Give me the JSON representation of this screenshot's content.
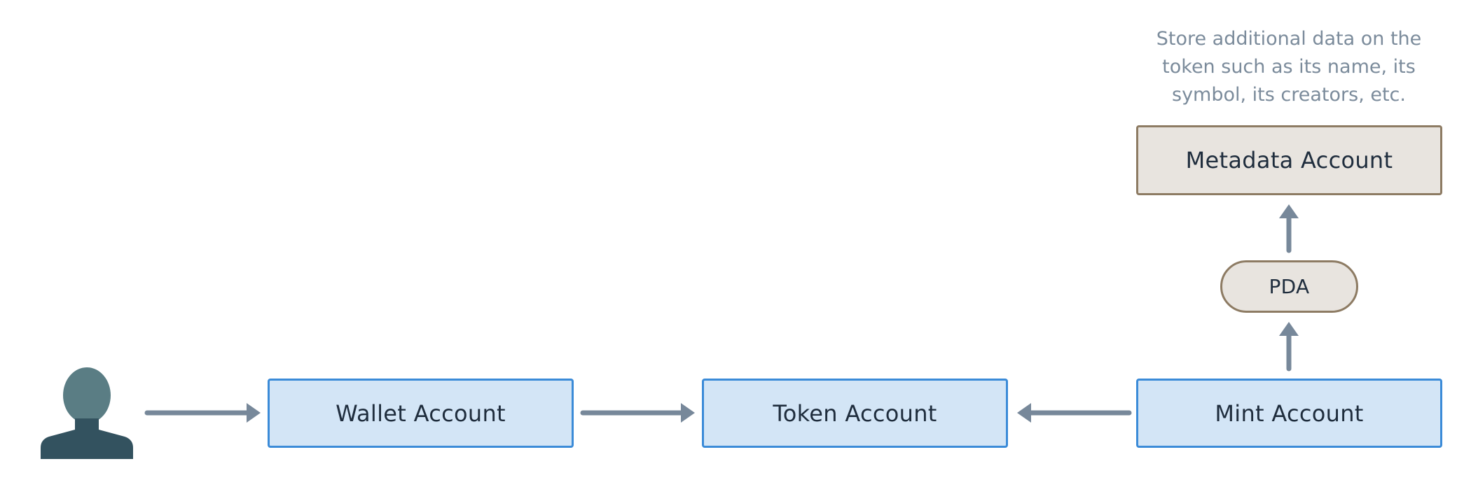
{
  "diagram": {
    "note_lines": [
      "Store additional data on the",
      "token such as its name, its",
      "symbol, its creators, etc."
    ],
    "nodes": {
      "wallet": "Wallet Account",
      "token": "Token Account",
      "mint": "Mint Account",
      "metadata": "Metadata Account",
      "pda": "PDA"
    },
    "colors": {
      "account_fill": "#d3e5f6",
      "account_border": "#3b8bd8",
      "metadata_fill": "#e8e4df",
      "metadata_border": "#8d7b63",
      "arrow": "#77889a",
      "user_head": "#5a7d84",
      "user_body": "#33525f",
      "note_text": "#7b8b9b"
    },
    "icons": {
      "user": "user-icon"
    }
  }
}
